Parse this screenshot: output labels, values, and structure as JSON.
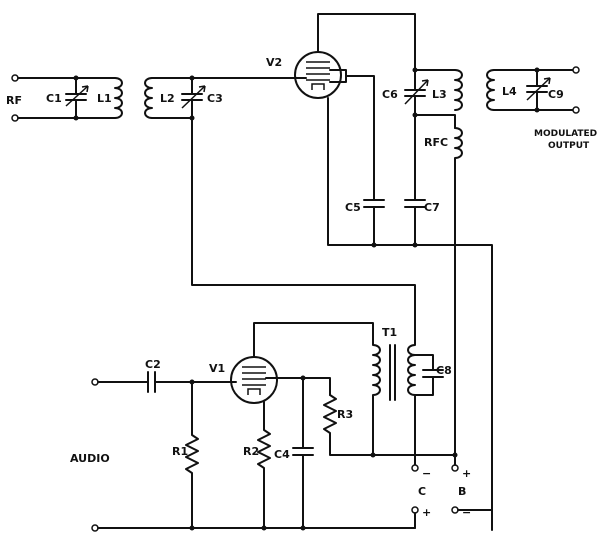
{
  "labels": {
    "rf": "RF",
    "c1": "C1",
    "l1": "L1",
    "l2": "L2",
    "c3": "C3",
    "v2": "V2",
    "c6": "C6",
    "l3": "L3",
    "l4": "L4",
    "c9": "C9",
    "rfc": "RFC",
    "c5": "C5",
    "c7": "C7",
    "modulated": "MODULATED",
    "output": "OUTPUT",
    "c2": "C2",
    "v1": "V1",
    "t1": "T1",
    "c8": "C8",
    "r3": "R3",
    "r1": "R1",
    "r2": "R2",
    "c4": "C4",
    "audio": "AUDIO",
    "c": "C",
    "b": "B",
    "c_top": "−",
    "b_top": "+",
    "c_bot": "+",
    "b_bot": "−"
  }
}
